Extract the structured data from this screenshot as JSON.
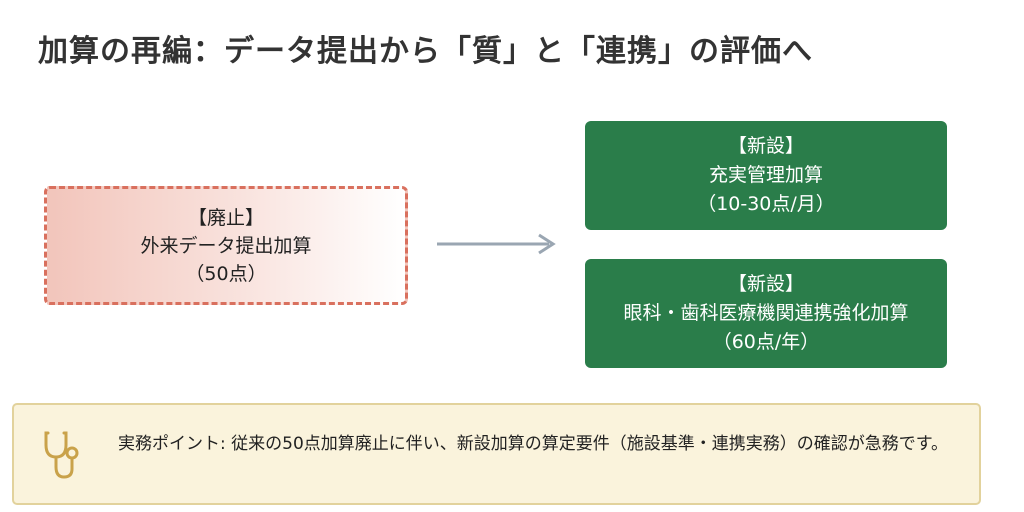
{
  "title": "加算の再編：データ提出から「質」と「連携」の評価へ",
  "abolished": {
    "tag": "【廃止】",
    "name": "外来データ提出加算",
    "points": "（50点）"
  },
  "new_items": [
    {
      "tag": "【新設】",
      "name": "充実管理加算",
      "points": "（10-30点/月）"
    },
    {
      "tag": "【新設】",
      "name": "眼科・歯科医療機関連携強化加算",
      "points": "（60点/年）"
    }
  ],
  "note": {
    "icon": "stethoscope-icon",
    "text": "実務ポイント: 従来の50点加算廃止に伴い、新設加算の算定要件（施設基準・連携実務）の確認が急務です。"
  },
  "colors": {
    "green": "#2a7d4a",
    "red_dash": "#d9705e",
    "note_bg": "#faf3dc",
    "arrow": "#9aa6b2"
  }
}
